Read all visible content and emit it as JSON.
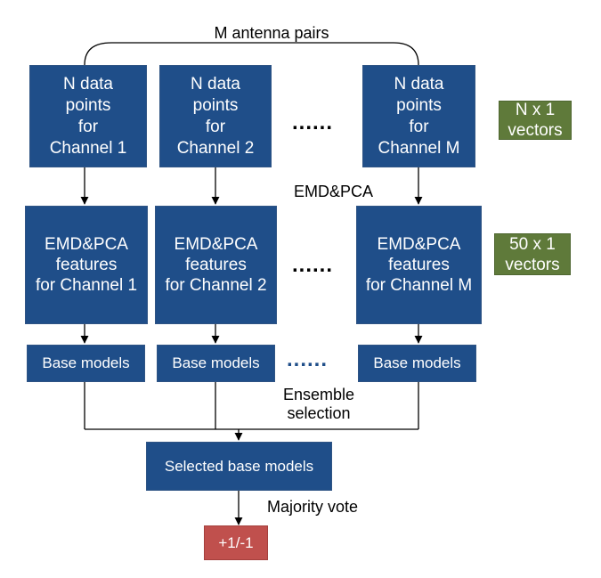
{
  "top_label": "M antenna pairs",
  "data_boxes": [
    {
      "line1": "N data",
      "line2": "points",
      "line3": "for",
      "line4": "Channel 1"
    },
    {
      "line1": "N data",
      "line2": "points",
      "line3": "for",
      "line4": "Channel 2"
    },
    {
      "line1": "N data",
      "line2": "points",
      "line3": "for",
      "line4": "Channel M"
    }
  ],
  "feature_boxes": [
    {
      "line1": "EMD&PCA",
      "line2": "features",
      "line3": "for Channel 1"
    },
    {
      "line1": "EMD&PCA",
      "line2": "features",
      "line3": "for Channel 2"
    },
    {
      "line1": "EMD&PCA",
      "line2": "features",
      "line3": "for Channel M"
    }
  ],
  "base_models": [
    "Base models",
    "Base models",
    "Base models"
  ],
  "ellipsis": "......",
  "emd_pca_label": "EMD&PCA",
  "ensemble_label": {
    "line1": "Ensemble",
    "line2": "selection"
  },
  "selected_label": "Selected base models",
  "majority_label": "Majority vote",
  "output_label": "+1/-1",
  "side_tags": [
    {
      "line1": "N x 1",
      "line2": "vectors"
    },
    {
      "line1": "50 x 1",
      "line2": "vectors"
    }
  ],
  "colors": {
    "box_blue": "#1f4e89",
    "tag_green": "#5f7a3a",
    "output_red": "#c0504d"
  }
}
